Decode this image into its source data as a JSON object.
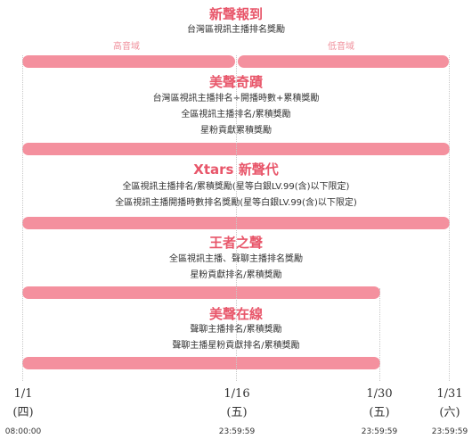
{
  "sections": [
    {
      "title": "新聲報到",
      "lines": [
        "台灣區視訊主播排名獎勵"
      ]
    },
    {
      "title": "美聲奇蹟",
      "lines": [
        "台灣區視訊主播排名+開播時數+累積獎勵",
        "全區視訊主播排名/累積獎勵",
        "星粉貢獻累積獎勵"
      ]
    },
    {
      "title": "Xtars 新聲代",
      "lines": [
        "全區視訊主播排名/累積獎勵(星等白銀LV.99(含)以下限定)",
        "全區視訊主播開播時數排名獎勵(星等白銀LV.99(含)以下限定)"
      ]
    },
    {
      "title": "王者之聲",
      "lines": [
        "全區視訊主播、聲聊主播排名獎勵",
        "星粉貢獻排名/累積獎勵"
      ]
    },
    {
      "title": "美聲在線",
      "lines": [
        "聲聊主播排名/累積獎勵",
        "聲聊主播星粉貢獻排名/累積獎勵"
      ]
    }
  ],
  "zones": {
    "left_label": "高音域",
    "right_label": "低音域"
  },
  "timeline": [
    {
      "date": "1/1",
      "day": "(四)",
      "time": "08:00:00"
    },
    {
      "date": "1/16",
      "day": "(五)",
      "time": "23:59:59"
    },
    {
      "date": "1/30",
      "day": "(五)",
      "time": "23:59:59"
    },
    {
      "date": "1/31",
      "day": "(六)",
      "time": "23:59:59"
    }
  ],
  "colors": {
    "accent": "#e8566a",
    "bar": "#f4909e",
    "zone_label": "#f0909c"
  }
}
